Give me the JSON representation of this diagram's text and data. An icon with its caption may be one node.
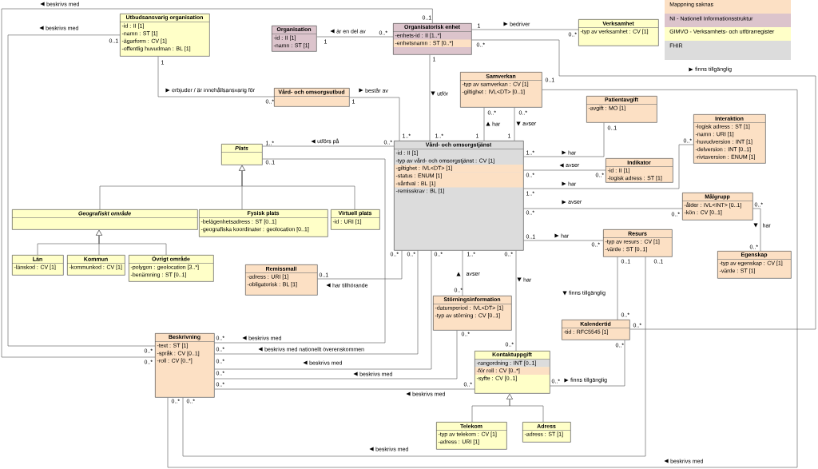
{
  "diagram": {
    "nodes": [
      {
        "text": [
          "Utbudsansvarig organisation",
          "-id : II [1]",
          "-namn : ST [1]",
          "-ägarform : CV [1]",
          "-offentlig huvudman : BL [1]"
        ]
      },
      {
        "text": [
          "Organisation",
          "-id : II [1]",
          "-namn : ST [1]"
        ]
      },
      {
        "text": [
          "Organisatorisk enhet",
          "-enhets-id : II [1..*]",
          "-enhetsnamn : ST [0..*]"
        ]
      },
      {
        "text": [
          "Verksamhet",
          "-typ av verksamhet : CV [1]"
        ]
      },
      {
        "text": [
          "Samverkan",
          "-typ av samverkan : CV [1]",
          "-giltighet : IVL<DT> [0..1]"
        ]
      },
      {
        "text": [
          "Vård- och omsorgsutbud"
        ]
      },
      {
        "text": [
          "Patientavgift",
          "-avgift : MO [1]"
        ]
      },
      {
        "text": [
          "Interaktion",
          "-logisk adress : ST [1]",
          "-namn : URI [1]",
          "-huvudversion : INT [1]",
          "-delversion : INT [0..1]",
          "-rivtaversion : ENUM [1]"
        ]
      },
      {
        "text": [
          "Vård- och omsorgstjänst",
          "-id : II [1]",
          "-typ av vård- och omsorgstjänst : CV [1]",
          "-giltighet : IVL<DT> [1]",
          "-status : ENUM [1]",
          "-vårdval : BL [1]",
          "-remisskrav : BL [1]"
        ]
      },
      {
        "text": [
          "Indikator",
          "-id : II [1]",
          "-logisk adress : ST [1]"
        ]
      },
      {
        "text": [
          "Plats"
        ]
      },
      {
        "text": [
          "Geografiskt område"
        ]
      },
      {
        "text": [
          "Fysisk plats",
          "-belägenhetsadress : ST [0..1]",
          "-geografiska koordinater : geolocation [0..1]"
        ]
      },
      {
        "text": [
          "Virtuell plats",
          "-id : URI [1]"
        ]
      },
      {
        "text": [
          "Målgrupp",
          "-ålder : IVL<INT> [0..1]",
          "-kön : CV [0..1]"
        ]
      },
      {
        "text": [
          "Län",
          "-länskod : CV [1]"
        ]
      },
      {
        "text": [
          "Kommun",
          "-kommunkod : CV [1]"
        ]
      },
      {
        "text": [
          "Övrigt område",
          "-polygon : geolocation [3..*]",
          "-benämning : ST [0..1]"
        ]
      },
      {
        "text": [
          "Resurs",
          "-typ av resurs : CV [1]",
          "-värde : ST [0..1]"
        ]
      },
      {
        "text": [
          "Egenskap",
          "-typ av egenskap : CV [1]",
          "-värde : ST [1]"
        ]
      },
      {
        "text": [
          "Remissmall",
          "-adress : URI [1]",
          "-obligatorisk : BL [1]"
        ]
      },
      {
        "text": [
          "Störningsinformation",
          "-datumperiod : IVL<DT> [1]",
          "-typ av störning : CV [0..1]"
        ]
      },
      {
        "text": [
          "Kalendertid",
          "-tid : RFC5545 [1]"
        ]
      },
      {
        "text": [
          "Beskrivning",
          "-text : ST [1]",
          "-språk : CV [0..1]",
          "-roll : CV [0..*]"
        ]
      },
      {
        "text": [
          "Kontaktuppgift",
          "-rangordning : INT [0..1]",
          "-för roll : CV [0..*]",
          "-syfte : CV [0..1]"
        ]
      },
      {
        "text": [
          "Telekom",
          "-typ av telekom : CV [1]",
          "-adress : URI [1]"
        ]
      },
      {
        "text": [
          "Adress",
          "-adress : ST [1]"
        ]
      }
    ],
    "edges": [
      {
        "from": 23,
        "to": 2,
        "arrow": "none",
        "label": "beskrivs med"
      },
      {
        "from": 23,
        "to": 0,
        "arrow": "none",
        "label": "beskrivs med"
      },
      {
        "from": 1,
        "to": 2,
        "arrow": "none",
        "label": "är en del av"
      },
      {
        "from": 2,
        "to": 3,
        "arrow": "none",
        "label": "bedriver"
      },
      {
        "from": 2,
        "to": 8,
        "arrow": "none",
        "label": "utför"
      },
      {
        "from": 2,
        "to": 22,
        "arrow": "none",
        "label": "finns tillgänglig"
      },
      {
        "from": 0,
        "to": 5,
        "arrow": "none",
        "label": "erbjuder / är innehållsansvarig för"
      },
      {
        "from": 5,
        "to": 8,
        "arrow": "none",
        "label": "består av"
      },
      {
        "from": 4,
        "to": 8,
        "arrow": "none",
        "label": "har"
      },
      {
        "from": 4,
        "to": 8,
        "arrow": "none",
        "label": "avser"
      },
      {
        "from": 23,
        "to": 4,
        "arrow": "none",
        "label": "beskrivs med"
      },
      {
        "from": 10,
        "to": 8,
        "arrow": "none",
        "label": "utförs på"
      },
      {
        "from": 23,
        "to": 10,
        "arrow": "none",
        "label": "beskrivs med"
      },
      {
        "from": 8,
        "to": 6,
        "arrow": "none",
        "label": "har"
      },
      {
        "from": 8,
        "to": 9,
        "arrow": "none",
        "label": "avser"
      },
      {
        "from": 8,
        "to": 7,
        "arrow": "none",
        "label": "har"
      },
      {
        "from": 8,
        "to": 14,
        "arrow": "none",
        "label": "avser"
      },
      {
        "from": 8,
        "to": 18,
        "arrow": "none",
        "label": "har"
      },
      {
        "from": 14,
        "to": 19,
        "arrow": "none",
        "label": "har"
      },
      {
        "from": 20,
        "to": 8,
        "arrow": "none",
        "label": "har tillhörande"
      },
      {
        "from": 23,
        "to": 8,
        "arrow": "none",
        "label": "beskrivs med nationellt överenskommen"
      },
      {
        "from": 23,
        "to": 8,
        "arrow": "none",
        "label": "beskrivs med"
      },
      {
        "from": 21,
        "to": 8,
        "arrow": "none",
        "label": "avser"
      },
      {
        "from": 23,
        "to": 21,
        "arrow": "none",
        "label": "beskrivs med"
      },
      {
        "from": 8,
        "to": 24,
        "arrow": "none",
        "label": "har"
      },
      {
        "from": 23,
        "to": 24,
        "arrow": "none",
        "label": "beskrivs med"
      },
      {
        "from": 24,
        "to": 22,
        "arrow": "none",
        "label": "finns tillgänglig"
      },
      {
        "from": 18,
        "to": 22,
        "arrow": "none",
        "label": "finns tillgänglig"
      },
      {
        "from": 23,
        "to": 18,
        "arrow": "none",
        "label": "beskrivs med"
      },
      {
        "from": 11,
        "to": 10,
        "arrow": "to"
      },
      {
        "from": 12,
        "to": 10,
        "arrow": "to"
      },
      {
        "from": 13,
        "to": 10,
        "arrow": "to"
      },
      {
        "from": 15,
        "to": 11,
        "arrow": "to"
      },
      {
        "from": 16,
        "to": 11,
        "arrow": "to"
      },
      {
        "from": 17,
        "to": 11,
        "arrow": "to"
      },
      {
        "from": 25,
        "to": 24,
        "arrow": "to"
      },
      {
        "from": 26,
        "to": 24,
        "arrow": "to"
      }
    ],
    "labels": [
      "0..*",
      "0..1",
      "0..*",
      "0..1",
      "1",
      "0..*",
      "1",
      "0..*",
      "1",
      "1..*",
      "0..*",
      "0..*",
      "1",
      "0..*",
      "1",
      "1..*",
      "0..*",
      "1",
      "0..*",
      "1",
      "0..*",
      "0..1",
      "1..*",
      "0..*",
      "0..*",
      "0..1",
      "1..*",
      "0..1",
      "0..*",
      "0..*",
      "1..*",
      "0..*",
      "0..*",
      "0..*",
      "0..1",
      "0..*",
      "0..*",
      "0..*",
      "0..1",
      "0..*",
      "0..*",
      "0..*",
      "0..*",
      "0..*",
      "0..*",
      "1..*",
      "0..*",
      "0..*",
      "0..*",
      "0..*",
      "0..*",
      "0..*",
      "0..*",
      "0..*",
      "0..1",
      "0..*",
      "0..*",
      "0..1"
    ],
    "legend": [
      {
        "text": "Mappning saknas",
        "color": "#fce0c4"
      },
      {
        "text": "NI - Nationell Informationsstruktur",
        "color": "#dcc4cc"
      },
      {
        "text": "GIMVO - Verksamhets- och utförarregister",
        "color": "#ffffc8"
      },
      {
        "text": "FHIR",
        "color": "#dcdcdc"
      }
    ]
  }
}
